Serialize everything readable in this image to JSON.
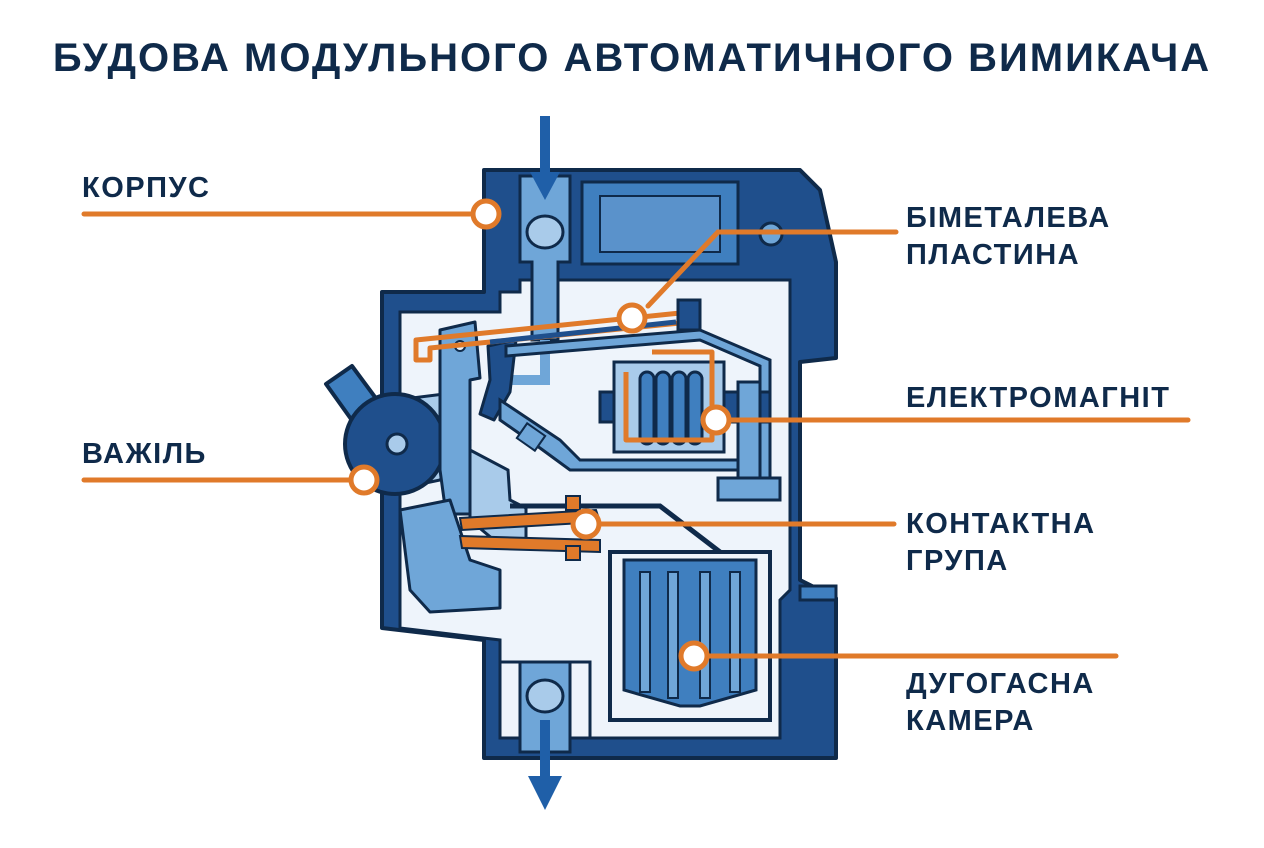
{
  "title": "БУДОВА МОДУЛЬНОГО АВТОМАТИЧНОГО ВИМИКАЧА",
  "labels": {
    "housing": "КОРПУС",
    "lever": "ВАЖІЛЬ",
    "bimetal_line1": "БІМЕТАЛЕВА",
    "bimetal_line2": "ПЛАСТИНА",
    "electromagnet": "ЕЛЕКТРОМАГНІТ",
    "contact_line1": "КОНТАКТНА",
    "contact_line2": "ГРУПА",
    "arc_line1": "ДУГОГАСНА",
    "arc_line2": "КАМЕРА"
  },
  "colors": {
    "title": "#0f2a4a",
    "body_dark": "#1f4f8c",
    "body_mid": "#3f7fbf",
    "body_light": "#6fa6d8",
    "outline": "#0f2a4a",
    "accent": "#e07a2a"
  }
}
